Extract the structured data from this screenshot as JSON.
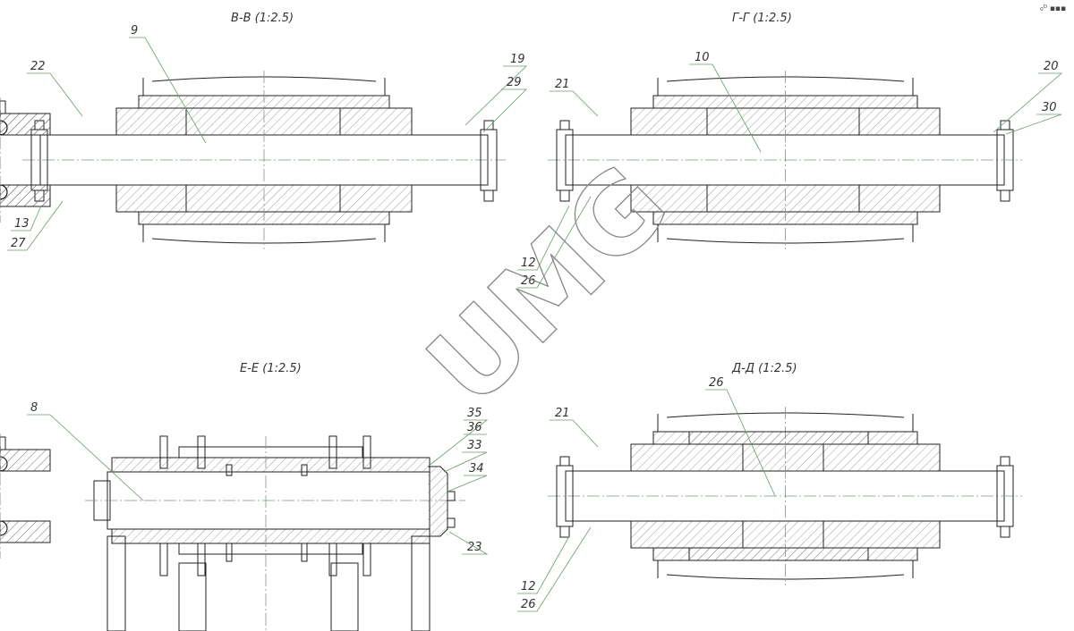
{
  "views": [
    {
      "id": "vv",
      "title": "В-В (1:2.5)",
      "callouts": [
        "9",
        "22",
        "19",
        "29",
        "13",
        "27"
      ]
    },
    {
      "id": "gg",
      "title": "Г-Г (1:2.5)",
      "callouts": [
        "10",
        "21",
        "20",
        "30",
        "12",
        "26"
      ]
    },
    {
      "id": "ee",
      "title": "Е-Е (1:2.5)",
      "callouts": [
        "8",
        "35",
        "36",
        "33",
        "34",
        "23"
      ]
    },
    {
      "id": "dd",
      "title": "Д-Д (1:2.5)",
      "callouts": [
        "26",
        "21",
        "12",
        "26"
      ]
    }
  ],
  "watermark": "UMG",
  "corner_mark": "₀ᴰ ▪▪▪"
}
